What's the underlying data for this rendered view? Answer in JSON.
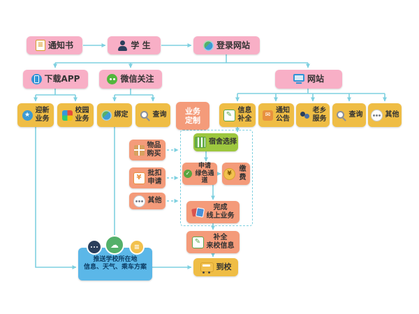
{
  "colors": {
    "pink": "#F8AFC6",
    "yellow": "#EFBD45",
    "orange": "#F49B7A",
    "green": "#9DC73F",
    "blue": "#5BB7E8",
    "arrow": "#7ED0E0",
    "ink": "#333333"
  },
  "icons": {
    "document": "≡",
    "star": "★",
    "mail": "✉",
    "pencil": "✎",
    "check": "✓",
    "yen": "¥",
    "cloud": "☁",
    "file": "≡"
  },
  "flow": {
    "top": {
      "notice": "通知书",
      "student": "学 生",
      "login": "登录网站"
    },
    "channels": {
      "app": "下载APP",
      "wechat": "微信关注",
      "web": "网站"
    },
    "app_services": {
      "welcome": "迎新\n业务",
      "campus": "校园\n业务"
    },
    "wechat_services": {
      "bind": "绑定",
      "query": "查询"
    },
    "web_services": {
      "info": "信息\n补全",
      "notice": "通知\n公告",
      "fellow": "老乡\n服务",
      "query": "查询",
      "other": "其他"
    },
    "custom": {
      "title": "业务\n定制",
      "purchase": "物品\n购买",
      "deduct": "批扣\n申请",
      "other": "其他"
    },
    "online": {
      "dorm": "宿舍选择",
      "green_channel": "申请\n绿色通道",
      "pay": "缴费",
      "finish": "完成\n线上业务"
    },
    "arrival": {
      "fill": "补全\n来校信息",
      "arrive": "到校"
    },
    "push": {
      "text": "推送学校所在地\n信息、天气、乘车方案"
    }
  }
}
